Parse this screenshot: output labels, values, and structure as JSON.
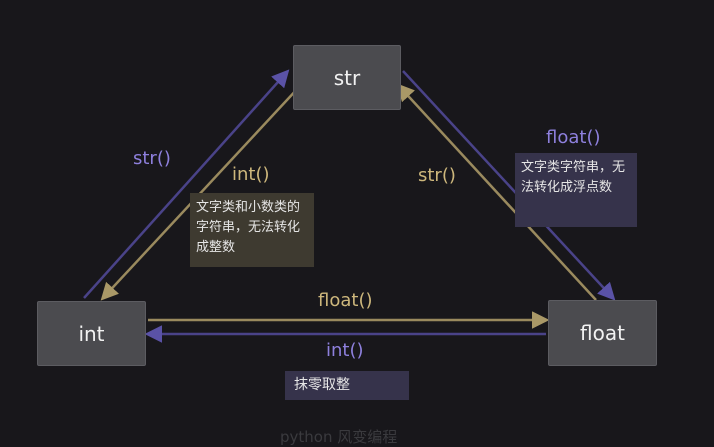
{
  "nodes": {
    "str": "str",
    "int": "int",
    "float": "float"
  },
  "edges": {
    "str_to_int": "str()",
    "int_to_str": "int()",
    "str_to_float": "str()",
    "float_to_str": "float()",
    "int_to_float": "float()",
    "float_to_int": "int()"
  },
  "notes": {
    "int_note": "文字类和小数类的字符串，无法转化成整数",
    "float_note": "文字类字符串，无法转化成浮点数",
    "trunc_note": "抹零取整"
  },
  "watermark": "python 风变编程",
  "colors": {
    "background": "#18171b",
    "node_fill": "#4b4b4f",
    "purple": "#8e80dd",
    "gold": "#cdb77c",
    "purple_arrow": "#4a4389",
    "gold_arrow": "#9a8a5e",
    "note_gold_bg": "#3e3a30",
    "note_purple_bg": "#36334b"
  }
}
